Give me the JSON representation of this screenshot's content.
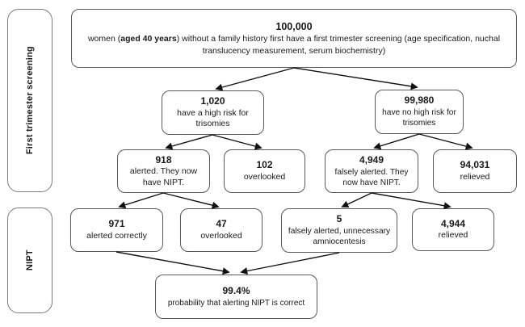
{
  "sidebar": {
    "section1": "First trimester screening",
    "section2": "NIPT"
  },
  "root": {
    "value": "100,000",
    "desc_prefix": "women (",
    "desc_bold": "aged 40 years",
    "desc_suffix": ") without a family history first have a first trimester screening (age specification, nuchal translucency measurement, serum biochemistry)"
  },
  "boxes": {
    "high_risk": {
      "value": "1,020",
      "desc": "have a high risk for trisomies"
    },
    "no_high_risk": {
      "value": "99,980",
      "desc": "have no high risk for trisomies"
    },
    "alerted": {
      "value": "918",
      "desc": "alerted. They now have NIPT."
    },
    "overlooked_fts": {
      "value": "102",
      "desc": "overlooked"
    },
    "falsely_alerted": {
      "value": "4,949",
      "desc": "falsely alerted. They now have NIPT."
    },
    "relieved_fts": {
      "value": "94,031",
      "desc": "relieved"
    },
    "alerted_correctly": {
      "value": "971",
      "desc": "alerted correctly"
    },
    "overlooked_nipt": {
      "value": "47",
      "desc": "overlooked"
    },
    "false_alert_amnio": {
      "value": "5",
      "desc": "falsely alerted, unnecessary amniocentesis"
    },
    "relieved_nipt": {
      "value": "4,944",
      "desc": "relieved"
    },
    "conclusion": {
      "value": "99.4%",
      "desc": "probability that alerting NIPT is correct"
    }
  },
  "colors": {
    "box_border": "#595959",
    "arrow": "#111111",
    "text": "#1a1a1a",
    "background": "#ffffff"
  }
}
